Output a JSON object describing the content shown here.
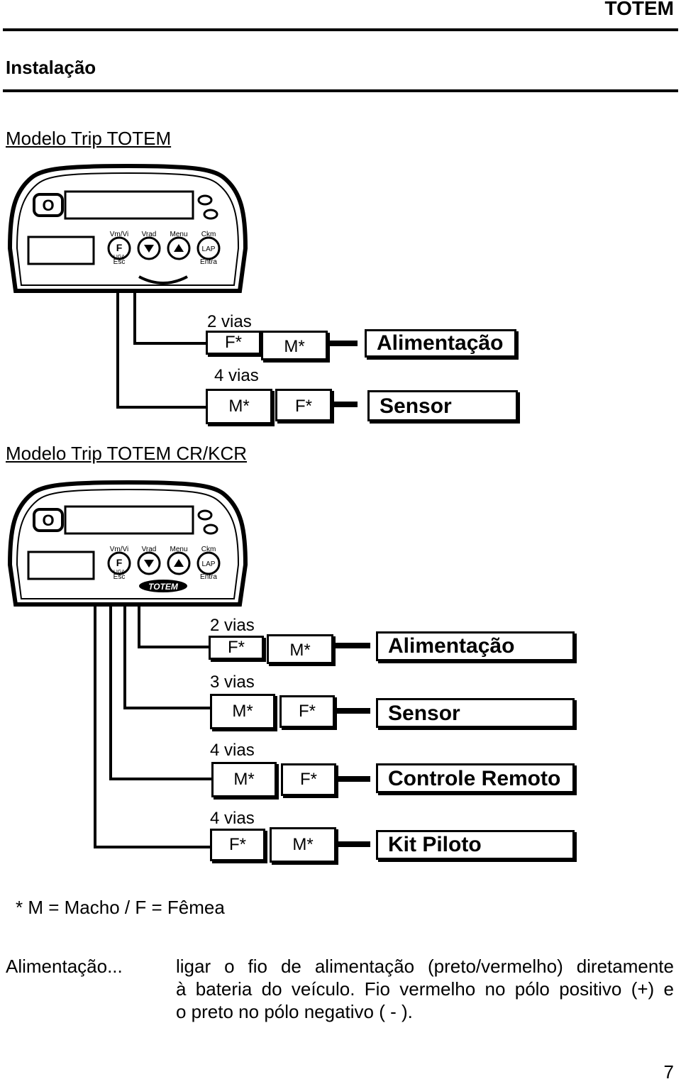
{
  "header": {
    "brand": "TOTEM",
    "section": "Instalação"
  },
  "model1": {
    "title": "Modelo Trip TOTEM",
    "device": {
      "btn_labels_top": [
        "Vm/Vi",
        "Vrad",
        "Menu",
        "Ckm"
      ],
      "btn_labels_bottom": [
        "Esc",
        "Entra"
      ],
      "f_label": "F",
      "liga_label": "LIGA",
      "lap_label": "LAP",
      "power_label": "O"
    },
    "connectors": [
      {
        "vias": "2 vias",
        "left": "F*",
        "right": "M*",
        "dest": "Alimentação"
      },
      {
        "vias": "4 vias",
        "left": "M*",
        "right": "F*",
        "dest": "Sensor"
      }
    ]
  },
  "model2": {
    "title": "Modelo Trip TOTEM CR/KCR",
    "device": {
      "btn_labels_top": [
        "Vm/Vi",
        "Vrad",
        "Menu",
        "Ckm"
      ],
      "btn_labels_bottom": [
        "Esc",
        "Entra"
      ],
      "f_label": "F",
      "liga_label": "LIGA",
      "lap_label": "LAP",
      "power_label": "O",
      "logo": "TOTEM"
    },
    "connectors": [
      {
        "vias": "2 vias",
        "left": "F*",
        "right": "M*",
        "dest": "Alimentação"
      },
      {
        "vias": "3 vias",
        "left": "M*",
        "right": "F*",
        "dest": "Sensor"
      },
      {
        "vias": "4 vias",
        "left": "M*",
        "right": "F*",
        "dest": "Controle Remoto"
      },
      {
        "vias": "4 vias",
        "left": "F*",
        "right": "M*",
        "dest": "Kit Piloto"
      }
    ]
  },
  "legend": "* M = Macho / F = Fêmea",
  "description": {
    "term": "Alimentação...",
    "line1": "ligar o fio de alimentação (preto/vermelho) diretamente",
    "line2": "à bateria do veículo. Fio vermelho no pólo positivo (+) e",
    "line3": "o preto no pólo negativo ( - )."
  },
  "page_number": "7"
}
